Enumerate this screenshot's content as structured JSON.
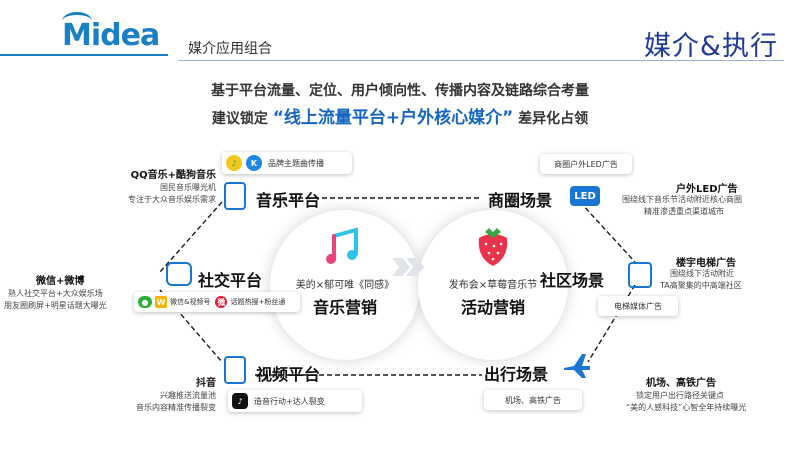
{
  "header": {
    "logo": "Midea",
    "subtitle": "媒介应用组合",
    "title": "媒介&执行"
  },
  "intro": {
    "line1": "基于平台流量、定位、用户倾向性、传播内容及链路综合考量",
    "line2_prefix": "建议锁定",
    "line2_highlight": "“线上流量平台+户外核心媒介”",
    "line2_suffix": "差异化占领"
  },
  "center": {
    "music": {
      "caption": "美的×郁可唯《同感》",
      "label": "音乐营销"
    },
    "event": {
      "caption": "发布会×草莓音乐节",
      "label": "活动营销"
    }
  },
  "left": {
    "music": {
      "name": "音乐平台",
      "chip": "品牌主题曲传播",
      "title": "QQ音乐+酷狗音乐",
      "lines": [
        "国民音乐曝光机",
        "专注于大众音乐娱乐需求"
      ]
    },
    "social": {
      "name": "社交平台",
      "chip1": "微信&视频号",
      "chip2": "话题热搜+粉丝通",
      "title": "微信+微博",
      "lines": [
        "熟人社交平台+大众娱乐场",
        "朋友圈刷屏+明星话题大曝光"
      ]
    },
    "video": {
      "name": "视频平台",
      "chip": "造音行动+达人裂变",
      "title": "抖音",
      "lines": [
        "兴趣推送流量池",
        "音乐内容精准传播裂变"
      ]
    }
  },
  "right": {
    "business": {
      "name": "商圈场景",
      "icon": "LED",
      "chip": "商圈户外LED广告",
      "title": "户外LED广告",
      "lines": [
        "围绕线下音乐节活动附近核心商圈",
        "精准渗透重点渠道城市"
      ]
    },
    "community": {
      "name": "社区场景",
      "chip": "电梯媒体广告",
      "title": "楼宇电梯广告",
      "lines": [
        "围绕线下活动附近",
        "TA高聚集的中高端社区"
      ]
    },
    "travel": {
      "name": "出行场景",
      "chip": "机场、高铁广告",
      "title": "机场、高铁广告",
      "lines": [
        "锁定用户出行路径关键点",
        "“美的人感科技”心智全年持续曝光"
      ]
    }
  },
  "colors": {
    "brand_blue": "#1b7fc4",
    "highlight_blue": "#1565c0",
    "title_navy": "#1f3a93"
  }
}
